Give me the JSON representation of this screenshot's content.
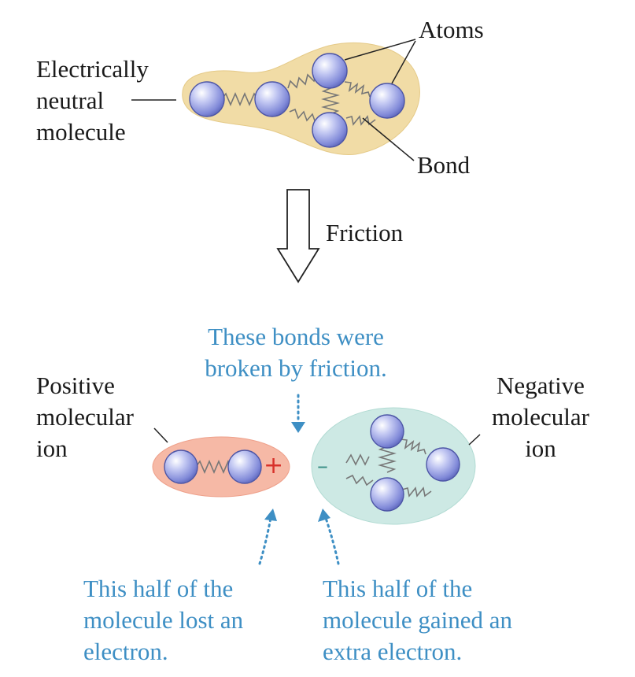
{
  "top": {
    "molecule_label": [
      "Electrically",
      "neutral",
      "molecule"
    ],
    "atoms_label": "Atoms",
    "bond_label": "Bond"
  },
  "arrow": {
    "label": "Friction"
  },
  "bottom": {
    "broken_note": [
      "These bonds were",
      "broken by friction."
    ],
    "positive_label": [
      "Positive",
      "molecular",
      "ion"
    ],
    "negative_label": [
      "Negative",
      "molecular",
      "ion"
    ],
    "plus_sign": "+",
    "minus_sign": "–",
    "lost_note": [
      "This half of the",
      "molecule lost an",
      "electron."
    ],
    "gained_note": [
      "This half of the",
      "molecule gained an",
      "extra electron."
    ]
  },
  "colors": {
    "neutral_blob": "#f1dca6",
    "positive_blob": "#f6b9a6",
    "negative_blob": "#cde9e4",
    "atom": "#9aa2e6",
    "annotation_blue": "#3e8fc4",
    "plus_red": "#d8312a"
  }
}
